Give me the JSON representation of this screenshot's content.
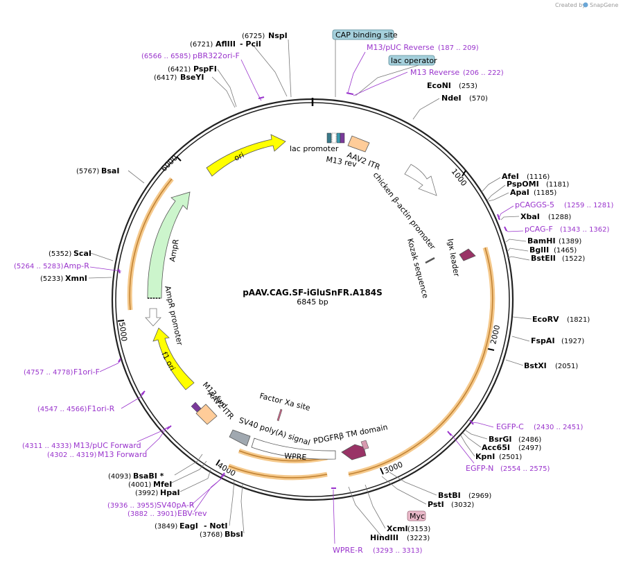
{
  "brand": {
    "created_by": "Created by",
    "app": "SnapGene"
  },
  "plasmid": {
    "name": "pAAV.CAG.SF-iGluSnFR.A184S",
    "length": "6845 bp"
  },
  "ticks": [
    "1000",
    "2000",
    "3000",
    "4000",
    "5000",
    "6000"
  ],
  "features": {
    "ori": "ori",
    "lac_promoter": "lac promoter",
    "m13_rev": "M13 rev",
    "aav2_itr_top": "AAV2 ITR",
    "cba_promoter": "chicken β-actin promoter",
    "igk_leader": "Igκ leader",
    "kozak": "Kozak sequence",
    "ampr": "AmpR",
    "ampr_promoter": "AmpR promoter",
    "f1_ori": "f1 ori",
    "m13_fwd": "M13 fwd",
    "aav2_itr_bottom": "AAV2 ITR",
    "sv40_polya": "SV40 poly(A) signal",
    "factor_xa": "Factor Xa site",
    "pdgfr_tm": "PDGFRβ TM domain",
    "wpre": "WPRE"
  },
  "boxed_labels": {
    "cap": "CAP binding site",
    "lac_op": "lac operator",
    "myc": "Myc"
  },
  "sites": {
    "nspi": {
      "name": "NspI",
      "pos": "(6725)"
    },
    "aflii": {
      "name": "AflIII",
      "pos": "(6721)",
      "extra": "- PciI"
    },
    "pspfi": {
      "name": "PspFI",
      "pos": "(6421)"
    },
    "bseyi": {
      "name": "BseYI",
      "pos": "(6417)"
    },
    "econi": {
      "name": "EcoNI",
      "pos": "(253)"
    },
    "ndei": {
      "name": "NdeI",
      "pos": "(570)"
    },
    "afei": {
      "name": "AfeI",
      "pos": "(1116)"
    },
    "pspomi": {
      "name": "PspOMI",
      "pos": "(1181)"
    },
    "apai": {
      "name": "ApaI",
      "pos": "(1185)"
    },
    "xbai": {
      "name": "XbaI",
      "pos": "(1288)"
    },
    "bamhi": {
      "name": "BamHI",
      "pos": "(1389)"
    },
    "bglii": {
      "name": "BglII",
      "pos": "(1465)"
    },
    "bsteii": {
      "name": "BstEII",
      "pos": "(1522)"
    },
    "ecorv": {
      "name": "EcoRV",
      "pos": "(1821)"
    },
    "fspai": {
      "name": "FspAI",
      "pos": "(1927)"
    },
    "bstxi": {
      "name": "BstXI",
      "pos": "(2051)"
    },
    "bsrgi": {
      "name": "BsrGI",
      "pos": "(2486)"
    },
    "acc65i": {
      "name": "Acc65I",
      "pos": "(2497)"
    },
    "kpni": {
      "name": "KpnI",
      "pos": "(2501)"
    },
    "bstbi": {
      "name": "BstBI",
      "pos": "(2969)"
    },
    "psti": {
      "name": "PstI",
      "pos": "(3032)"
    },
    "xcmi": {
      "name": "XcmI",
      "pos": "(3153)"
    },
    "hindiii": {
      "name": "HindIII",
      "pos": "(3223)"
    },
    "bsai": {
      "name": "BsaI",
      "pos": "(5767)"
    },
    "scai": {
      "name": "ScaI",
      "pos": "(5352)"
    },
    "xmni": {
      "name": "XmnI",
      "pos": "(5233)"
    },
    "bsabi": {
      "name": "BsaBI *",
      "pos": "(4093)"
    },
    "mfei": {
      "name": "MfeI",
      "pos": "(4001)"
    },
    "hpai": {
      "name": "HpaI",
      "pos": "(3992)"
    },
    "eagi": {
      "name": "EagI",
      "pos": "(3849)",
      "extra": "- NotI"
    },
    "bbsi": {
      "name": "BbsI",
      "pos": "(3768)"
    }
  },
  "primers": {
    "pbr322": {
      "name": "pBR322ori-F",
      "range": "(6566 .. 6585)"
    },
    "m13puc_rev": {
      "name": "M13/pUC Reverse",
      "range": "(187 .. 209)"
    },
    "m13_reverse": {
      "name": "M13 Reverse",
      "range": "(206 .. 222)"
    },
    "pcaggs5": {
      "name": "pCAGGS-5",
      "range": "(1259 .. 1281)"
    },
    "pcagf": {
      "name": "pCAG-F",
      "range": "(1343 .. 1362)"
    },
    "egfpc": {
      "name": "EGFP-C",
      "range": "(2430 .. 2451)"
    },
    "egfpn": {
      "name": "EGFP-N",
      "range": "(2554 .. 2575)"
    },
    "wprer": {
      "name": "WPRE-R",
      "range": "(3293 .. 3313)"
    },
    "ebvrev": {
      "name": "EBV-rev",
      "range": "(3882 .. 3901)"
    },
    "sv40par": {
      "name": "SV40pA-R",
      "range": "(3936 .. 3955)"
    },
    "m13fwd": {
      "name": "M13 Forward",
      "range": "(4302 .. 4319)"
    },
    "m13pucfwd": {
      "name": "M13/pUC Forward",
      "range": "(4311 .. 4333)"
    },
    "f1orir": {
      "name": "F1ori-R",
      "range": "(4547 .. 4566)"
    },
    "f1orif": {
      "name": "F1ori-F",
      "range": "(4757 .. 4778)"
    },
    "ampr_p": {
      "name": "Amp-R",
      "range": "(5264 .. 5283)"
    }
  },
  "colors": {
    "ori": "#ffff00",
    "ampr": "#ccf5cc",
    "aav2_itr": "#ffcc99",
    "promoter": "#ffffff",
    "orange_arc": "#f5c98c",
    "primer": "#9933cc",
    "boxed_blue": "#a5d0dc",
    "boxed_pink": "#e8b8c8",
    "wpre": "#ffffff",
    "sv40": "#a0a8b0",
    "pdgfr": "#993366"
  }
}
